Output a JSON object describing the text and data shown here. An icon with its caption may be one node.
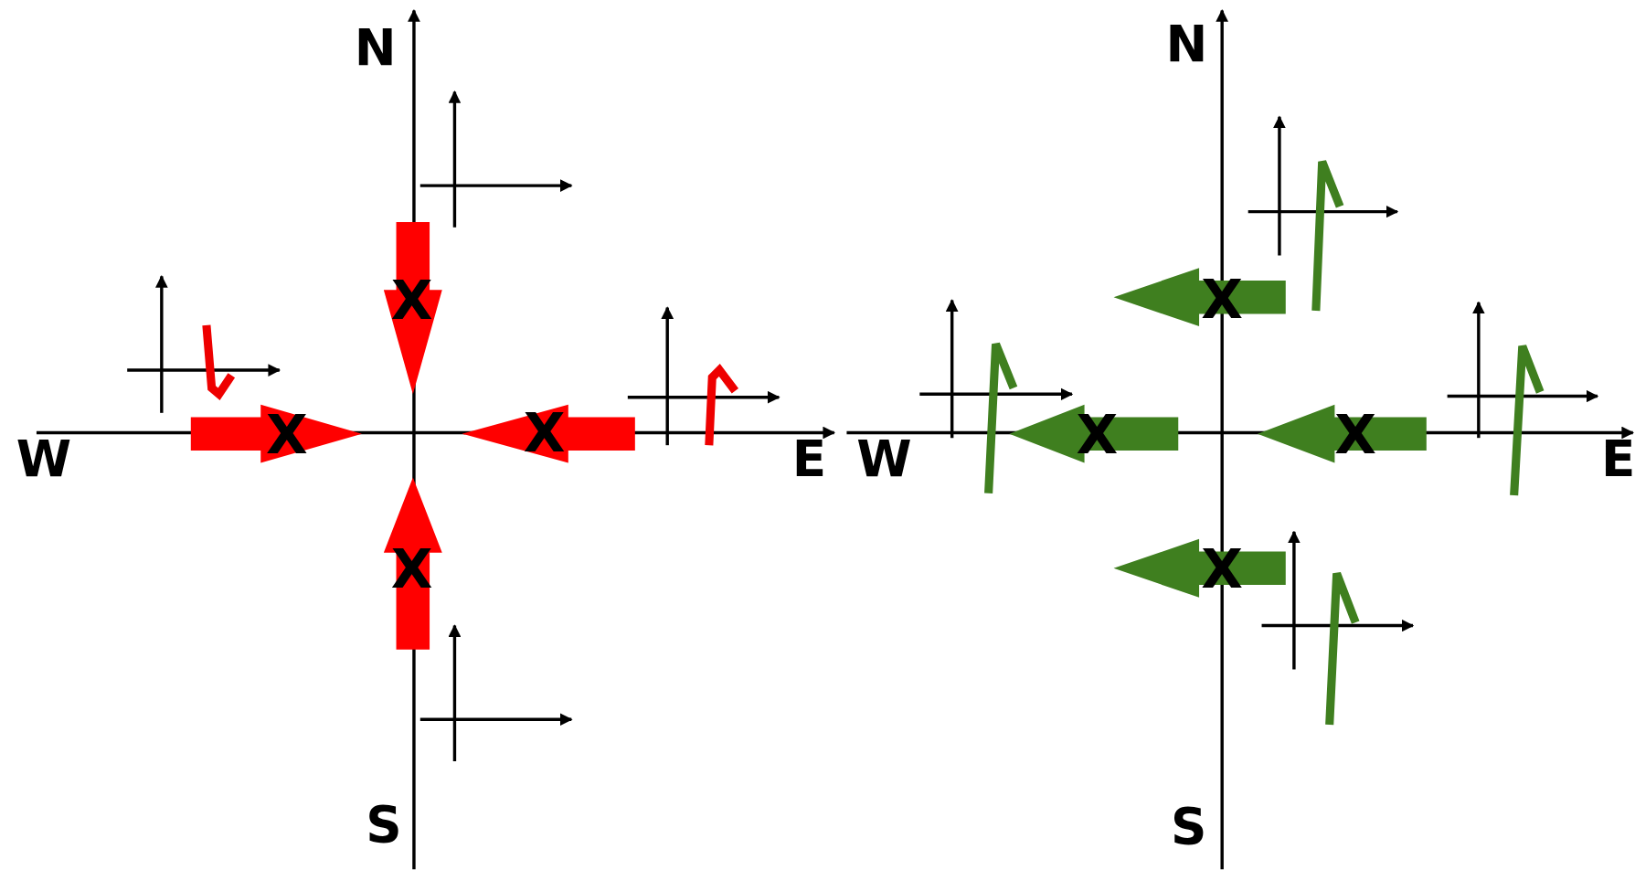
{
  "diagram": {
    "labels": [
      "N",
      "N",
      "X",
      "X",
      "W",
      "X",
      "X",
      "E",
      "W",
      "X",
      "X",
      "E",
      "X",
      "X",
      "S",
      "S"
    ]
  }
}
